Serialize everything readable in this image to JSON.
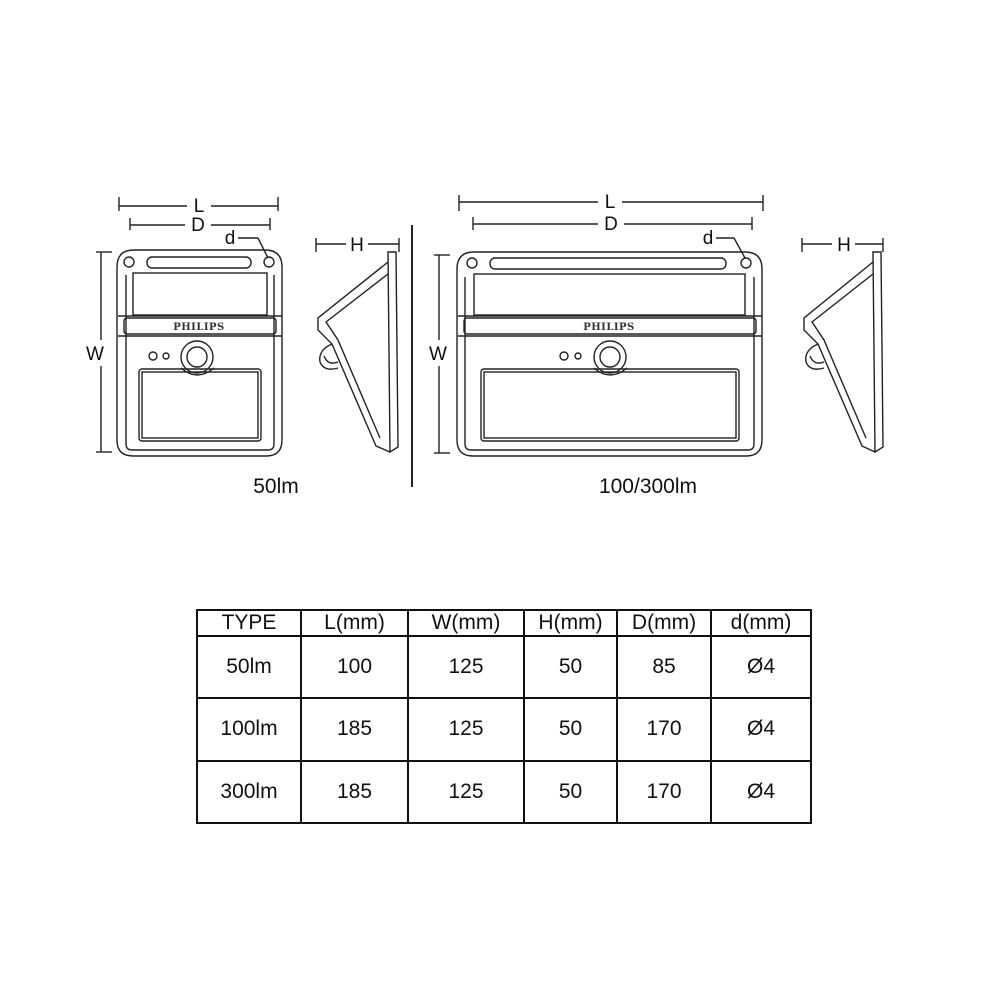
{
  "labels": {
    "length": "L",
    "depth": "D",
    "hole": "d",
    "width": "W",
    "height": "H",
    "brand": "PHILIPS"
  },
  "variants": {
    "small": "50lm",
    "large": "100/300lm"
  },
  "table": {
    "headers": [
      "TYPE",
      "L(mm)",
      "W(mm)",
      "H(mm)",
      "D(mm)",
      "d(mm)"
    ],
    "rows": [
      [
        "50lm",
        "100",
        "125",
        "50",
        "85",
        "Ø4"
      ],
      [
        "100lm",
        "185",
        "125",
        "50",
        "170",
        "Ø4"
      ],
      [
        "300lm",
        "185",
        "125",
        "50",
        "170",
        "Ø4"
      ]
    ]
  }
}
